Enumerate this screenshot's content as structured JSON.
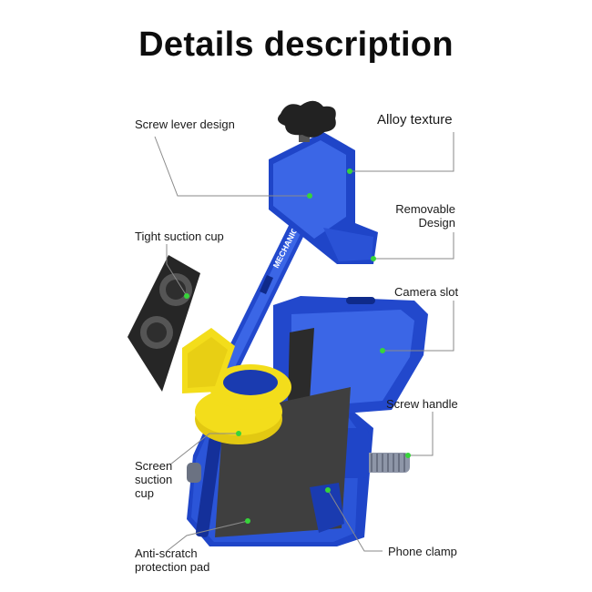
{
  "title": "Details description",
  "brand_text": "MECHANIC",
  "labels": {
    "screw_lever": "Screw lever design",
    "alloy": "Alloy texture",
    "removable_1": "Removable",
    "removable_2": "Design",
    "tight_cup": "Tight suction cup",
    "camera_slot": "Camera slot",
    "screw_handle": "Screw handle",
    "screen_cup_1": "Screen",
    "screen_cup_2": "suction",
    "screen_cup_3": "cup",
    "anti_1": "Anti-scratch",
    "anti_2": "protection pad",
    "phone_clamp": "Phone clamp"
  },
  "colors": {
    "blue": "#1f45c8",
    "blue_light": "#3b66e6",
    "yellow": "#f3dd1b",
    "pad": "#3f3f3f",
    "leader": "#8a8a8a",
    "dot": "#37d43a"
  }
}
